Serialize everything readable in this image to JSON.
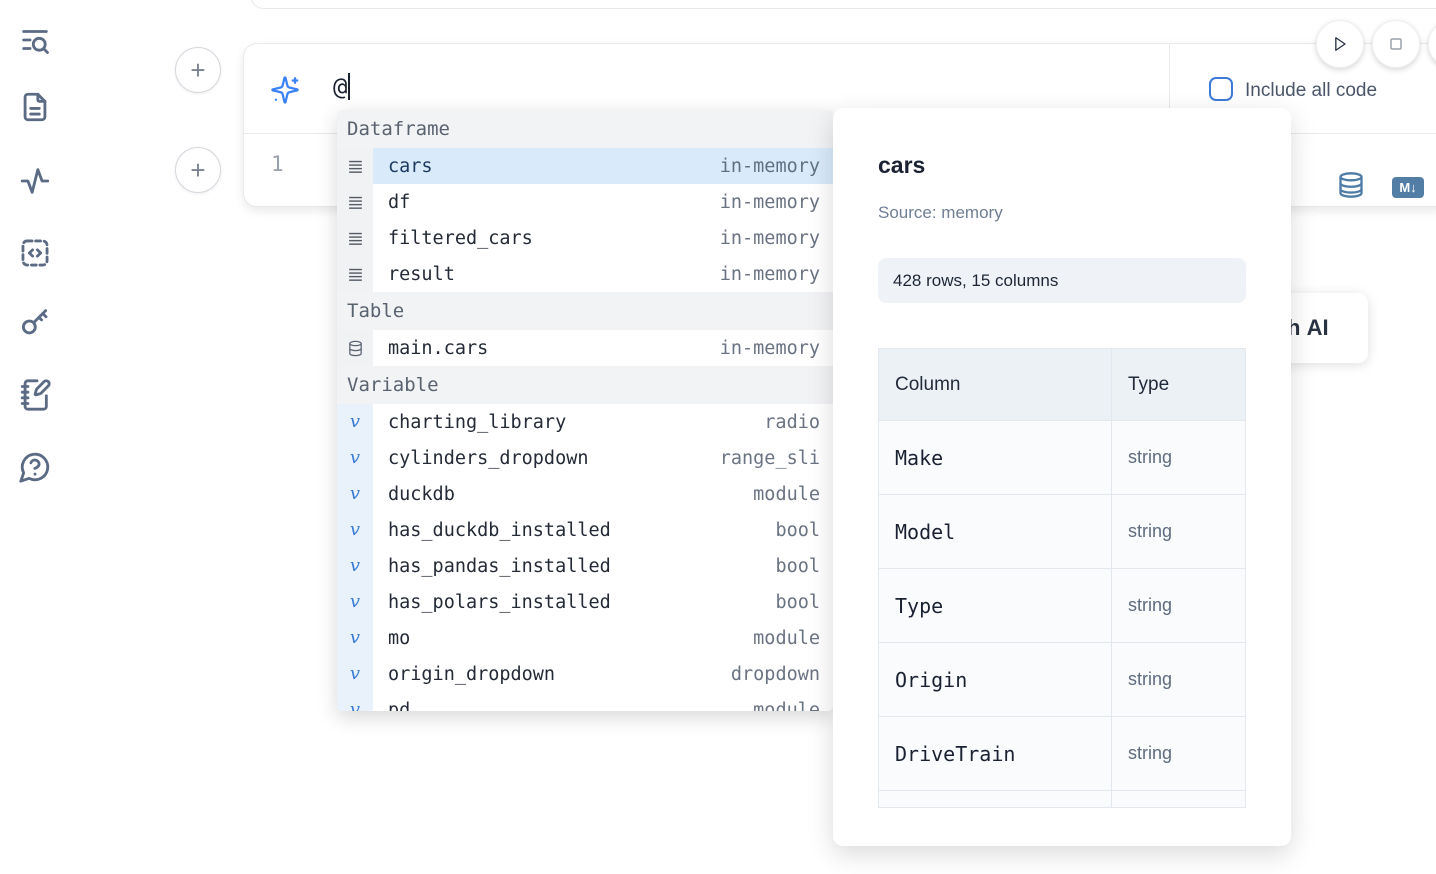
{
  "colors": {
    "accent_blue": "#3b82f6",
    "steel_blue": "#527ea6",
    "selected_row_bg": "#d9eafa",
    "sidebar_icon": "#5b6b84"
  },
  "sidebar": {
    "icons": [
      {
        "name": "list-search-icon"
      },
      {
        "name": "file-text-icon"
      },
      {
        "name": "activity-icon"
      },
      {
        "name": "code-snippet-icon"
      },
      {
        "name": "key-icon"
      },
      {
        "name": "notebook-pen-icon"
      },
      {
        "name": "help-chat-icon"
      }
    ]
  },
  "toolbar": {
    "plus_label": "+",
    "md_badge": "M↓"
  },
  "cell": {
    "ai_input_value": "@",
    "include_all_code_label": "Include all code",
    "include_all_code_checked": false,
    "line_number": "1"
  },
  "autocomplete": {
    "sections": [
      {
        "label": "Dataframe",
        "items": [
          {
            "name": "cars",
            "type": "in-memory",
            "selected": true
          },
          {
            "name": "df",
            "type": "in-memory",
            "selected": false
          },
          {
            "name": "filtered_cars",
            "type": "in-memory",
            "selected": false
          },
          {
            "name": "result",
            "type": "in-memory",
            "selected": false
          }
        ]
      },
      {
        "label": "Table",
        "items": [
          {
            "name": "main.cars",
            "type": "in-memory",
            "selected": false
          }
        ]
      },
      {
        "label": "Variable",
        "items": [
          {
            "name": "charting_library",
            "type": "radio"
          },
          {
            "name": "cylinders_dropdown",
            "type": "range_sli"
          },
          {
            "name": "duckdb",
            "type": "module"
          },
          {
            "name": "has_duckdb_installed",
            "type": "bool"
          },
          {
            "name": "has_pandas_installed",
            "type": "bool"
          },
          {
            "name": "has_polars_installed",
            "type": "bool"
          },
          {
            "name": "mo",
            "type": "module"
          },
          {
            "name": "origin_dropdown",
            "type": "dropdown"
          },
          {
            "name": "pd",
            "type": "module"
          }
        ]
      }
    ]
  },
  "preview": {
    "title": "cars",
    "source": "Source: memory",
    "shape_badge": "428 rows, 15 columns",
    "table": {
      "headers": [
        "Column",
        "Type"
      ],
      "rows": [
        {
          "column": "Make",
          "type": "string"
        },
        {
          "column": "Model",
          "type": "string"
        },
        {
          "column": "Type",
          "type": "string"
        },
        {
          "column": "Origin",
          "type": "string"
        },
        {
          "column": "DriveTrain",
          "type": "string"
        }
      ]
    }
  },
  "ai_button": {
    "fragment": "h ",
    "label": "AI"
  }
}
